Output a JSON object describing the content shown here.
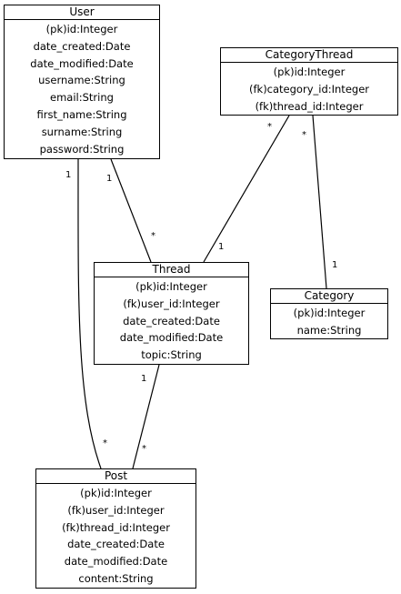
{
  "entities": {
    "user": {
      "name": "User",
      "fields": [
        "(pk)id:Integer",
        "date_created:Date",
        "date_modified:Date",
        "username:String",
        "email:String",
        "first_name:String",
        "surname:String",
        "password:String"
      ]
    },
    "category_thread": {
      "name": "CategoryThread",
      "fields": [
        "(pk)id:Integer",
        "(fk)category_id:Integer",
        "(fk)thread_id:Integer"
      ]
    },
    "thread": {
      "name": "Thread",
      "fields": [
        "(pk)id:Integer",
        "(fk)user_id:Integer",
        "date_created:Date",
        "date_modified:Date",
        "topic:String"
      ]
    },
    "category": {
      "name": "Category",
      "fields": [
        "(pk)id:Integer",
        "name:String"
      ]
    },
    "post": {
      "name": "Post",
      "fields": [
        "(pk)id:Integer",
        "(fk)user_id:Integer",
        "(fk)thread_id:Integer",
        "date_created:Date",
        "date_modified:Date",
        "content:String"
      ]
    }
  },
  "relations": {
    "user_thread": {
      "from": "User",
      "to": "Thread",
      "from_mult": "1",
      "to_mult": "*"
    },
    "user_post": {
      "from": "User",
      "to": "Post",
      "from_mult": "1",
      "to_mult": "*"
    },
    "categorythread_thread": {
      "from": "CategoryThread",
      "to": "Thread",
      "from_mult": "*",
      "to_mult": "1"
    },
    "categorythread_category": {
      "from": "CategoryThread",
      "to": "Category",
      "from_mult": "*",
      "to_mult": "1"
    },
    "thread_post": {
      "from": "Thread",
      "to": "Post",
      "from_mult": "1",
      "to_mult": "*"
    }
  }
}
